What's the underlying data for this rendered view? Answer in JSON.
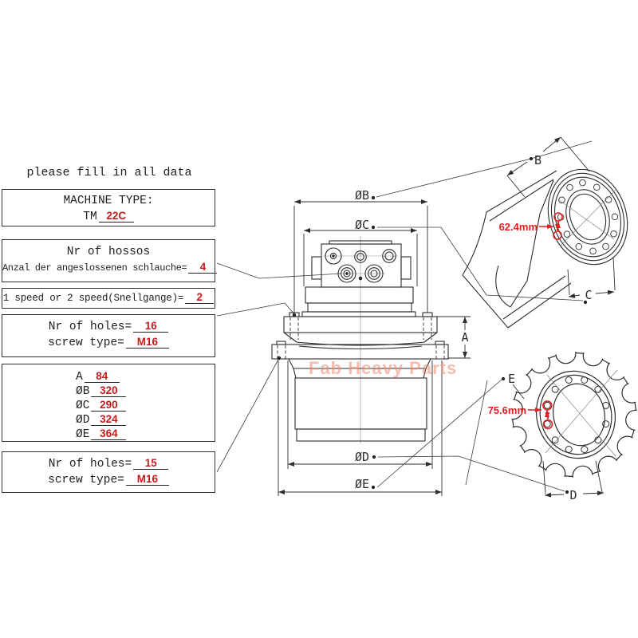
{
  "header": {
    "note": "please fill in all data"
  },
  "panel": {
    "machine_type": {
      "title": "MACHINE TYPE:",
      "prefix": "TM",
      "value": "22C"
    },
    "hoses": {
      "title": "Nr of hossos",
      "label": "Anzal der angeslossenen schlauche=",
      "value": "4"
    },
    "speed": {
      "label": "1 speed or 2 speed(Snellgange)=",
      "value": "2"
    },
    "holes_top": {
      "holes_label": "Nr of holes=",
      "holes_value": "16",
      "screw_label": "screw type=",
      "screw_value": "M16"
    },
    "dimensions": {
      "rows": [
        {
          "label": "A",
          "value": "84"
        },
        {
          "label": "ØB",
          "value": "320"
        },
        {
          "label": "ØC",
          "value": "290"
        },
        {
          "label": "ØD",
          "value": "324"
        },
        {
          "label": "ØE",
          "value": "364"
        }
      ]
    },
    "holes_bottom": {
      "holes_label": "Nr of holes=",
      "holes_value": "15",
      "screw_label": "screw type=",
      "screw_value": "M16"
    }
  },
  "drawing": {
    "front_view": {
      "dim_b": "ØB",
      "dim_c": "ØC",
      "dim_d": "ØD",
      "dim_e": "ØE",
      "dim_a": "A"
    },
    "housing_view": {
      "dim_b": "B",
      "dim_c": "C",
      "annotation": "62.4mm"
    },
    "sprocket_view": {
      "dim_d": "D",
      "dim_e": "E",
      "annotation": "75.6mm"
    }
  },
  "watermark": "Fab Heavy Parts",
  "colors": {
    "value_red": "#c41c1c",
    "annotation_red": "#e02020",
    "watermark_pink": "#f0876b",
    "line_dark": "#2d2d2d"
  }
}
